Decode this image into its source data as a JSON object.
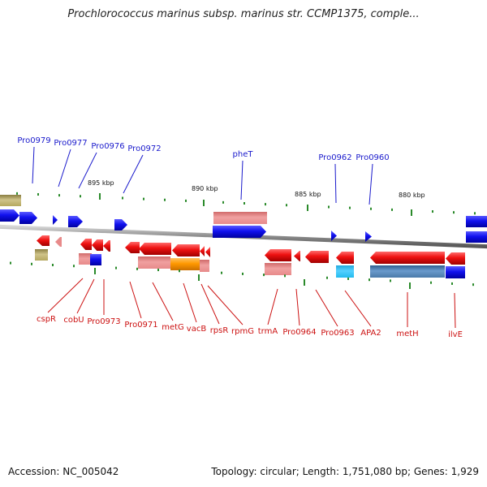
{
  "title": "Prochlorococcus marinus subsp. marinus str. CCMP1375, comple...",
  "footer": {
    "accession": "Accession: NC_005042",
    "summary": "Topology: circular; Length: 1,751,080 bp; Genes: 1,929"
  },
  "colors": {
    "forward_gene": "#1111ee",
    "reverse_gene": "#ee1111",
    "forward_label": "#1a1acc",
    "reverse_label": "#cc1111",
    "rna_pink": "#e88a8a",
    "backbone": "#888888",
    "tick": "#2a8a2a",
    "orange": "#ff9900",
    "cyan": "#22bbee",
    "steel": "#4a7aaa",
    "olive": "#b5a860"
  },
  "scale_labels": [
    "895 kbp",
    "890 kbp",
    "885 kbp",
    "880 kbp"
  ],
  "top_labels": [
    "Pro0979",
    "Pro0977",
    "Pro0976",
    "Pro0972",
    "pheT",
    "Pro0962",
    "Pro0960"
  ],
  "bottom_labels": [
    "cspR",
    "cobU",
    "Pro0973",
    "Pro0971",
    "metG",
    "vacB",
    "rpsR",
    "rpmG",
    "trmA",
    "Pro0964",
    "Pro0963",
    "APA2",
    "metH",
    "ilvE"
  ]
}
